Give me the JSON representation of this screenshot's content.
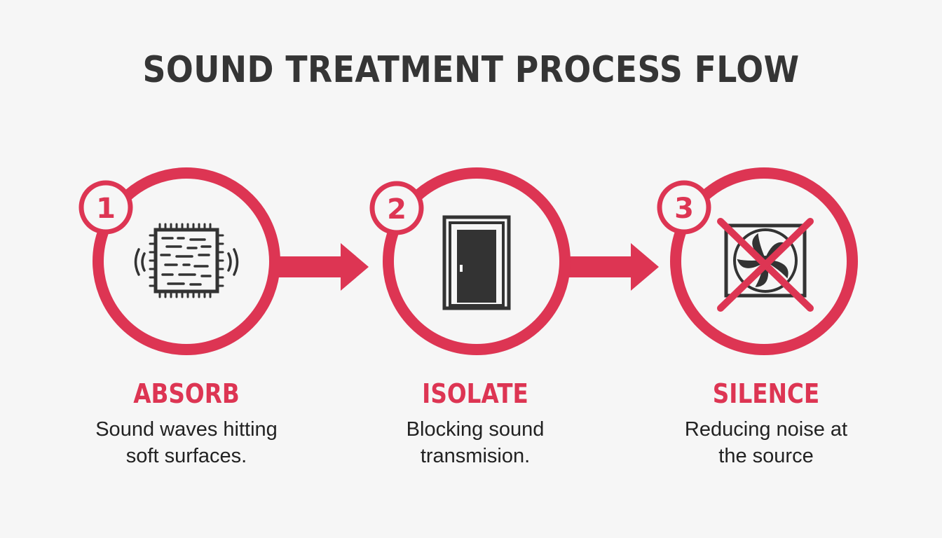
{
  "title": "SOUND TREATMENT PROCESS FLOW",
  "colors": {
    "accent": "#dd3553",
    "icon": "#333333",
    "text": "#222222",
    "background": "#f6f6f6"
  },
  "steps": [
    {
      "number": "1",
      "label": "ABSORB",
      "description": "Sound waves hitting\nsoft surfaces.",
      "icon": "acoustic-panel-icon"
    },
    {
      "number": "2",
      "label": "ISOLATE",
      "description": "Blocking sound\ntransmision.",
      "icon": "door-icon"
    },
    {
      "number": "3",
      "label": "SILENCE",
      "description": "Reducing noise at\nthe source",
      "icon": "crossed-fan-icon"
    }
  ]
}
